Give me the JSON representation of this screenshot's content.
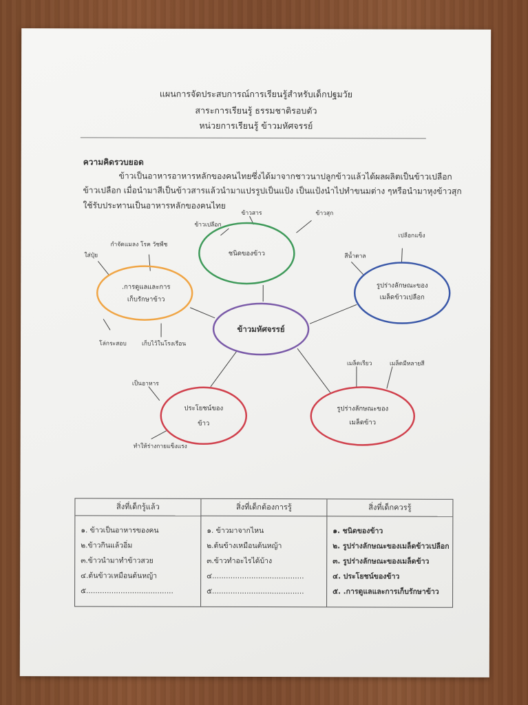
{
  "header": {
    "line1": "แผนการจัดประสบการณ์การเรียนรู้สำหรับเด็กปฐมวัย",
    "line2": "สาระการเรียนรู้  ธรรมชาติรอบตัว",
    "line3": "หน่วยการเรียนรู้  ข้าวมหัศจรรย์"
  },
  "summary": {
    "title": "ความคิดรวบยอด",
    "lines": [
      "ข้าวเป็นอาหารอาหารหลักของคนไทยซึ่งได้มาจากชาวนาปลูกข้าวแล้วได้ผลผลิตเป็นข้าวเปลือก",
      "ข้าวเปลือก เมื่อนำมาสีเป็นข้าวสารแล้วนำมาแปรรูปเป็นแป้ง เป็นแป้งนำไปทำขนมต่าง ๆหรือนำมาหุงข้าวสุก",
      "ใช้รับประทานเป็นอาหารหลักของคนไทย"
    ]
  },
  "mindmap": {
    "center": "ข้าวมหัศจรรย์",
    "types": {
      "label": "ชนิดของข้าว",
      "leaves": [
        "ข้าวเปลือก",
        "ข้าวสาร",
        "ข้าวสุก"
      ]
    },
    "care": {
      "label_1": ".การดูแลและการ",
      "label_2": "เก็บรักษาข้าว",
      "leaves": [
        "ใส่ปุ๋ย",
        "กำจัดแมลง โรค วัชพืช",
        "โล่กระสอบ",
        "เก็บไว้ในโรงเรือน"
      ]
    },
    "husk_shape": {
      "label_1": "รูปร่างลักษณะของ",
      "label_2": "เมล็ดข้าวเปลือก",
      "leaves": [
        "สีน้ำตาล",
        "เปลือกแข็ง"
      ]
    },
    "benefits": {
      "label_1": "ประโยชน์ของ",
      "label_2": "ข้าว",
      "leaves": [
        "เป็นอาหาร",
        "ทำให้ร่างกายแข็งแรง"
      ]
    },
    "grain_shape": {
      "label_1": "รูปร่างลักษณะของ",
      "label_2": "เมล็ดข้าว",
      "leaves": [
        "เมล็ดเรียว",
        "เมล็ดมีหลายสี"
      ]
    }
  },
  "kwl": {
    "columns": [
      {
        "header": "สิ่งที่เด็กรู้แล้ว",
        "items": [
          "๑. ข้าวเป็นอาหารของคน",
          "๒.ข้าวกินแล้วอิ่ม",
          "๓.ข้าวนำมาทำข้าวสวย",
          "๔.ต้นข้าวเหมือนต้นหญ้า",
          "๕......................................"
        ]
      },
      {
        "header": "สิ่งที่เด็กต้องการรู้",
        "items": [
          "๑. ข้าวมาจากไหน",
          "๒.ต้นข้างเหมือนต้นหญ้า",
          "๓.ข้าวทำอะไรได้บ้าง",
          "๔........................................",
          "๕........................................"
        ]
      },
      {
        "header": "สิ่งที่เด็กควรรู้",
        "items": [
          "๑. ชนิดของข้าว",
          "๒. รูปร่างลักษณะของเมล็ดข้าวเปลือก",
          "๓. รูปร่างลักษณะของเมล็ดข้าว",
          "๔. ประโยชน์ของข้าว",
          "๕. .การดูแลและการเก็บรักษาข้าว"
        ]
      }
    ]
  },
  "colors": {
    "center": "#7a5aa8",
    "types": "#3f9a5a",
    "care": "#f0a545",
    "husk_shape": "#3a58a8",
    "benefits": "#d0404c",
    "grain_shape": "#d0404c"
  }
}
